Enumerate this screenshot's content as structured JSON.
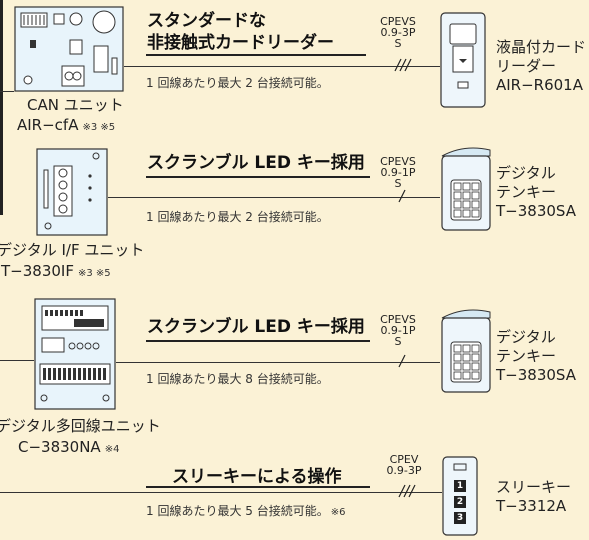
{
  "rows": [
    {
      "title_lines": [
        "スタンダードな",
        "非接触式カードリーダー"
      ],
      "description": "1 回線あたり最大 2 台接続可能。",
      "description_note": "",
      "cable": [
        "CPEVS",
        "0.9-3P",
        "S"
      ],
      "unit": {
        "name": "CAN ユニット",
        "model": "AIR−cfA",
        "notes": "※3 ※5"
      },
      "device": {
        "lines": [
          "液晶付カード",
          "リーダー",
          "AIR−R601A"
        ],
        "icon": "card-reader-icon"
      }
    },
    {
      "title_lines": [
        "スクランブル LED キー採用"
      ],
      "description": "1 回線あたり最大 2 台接続可能。",
      "description_note": "",
      "cable": [
        "CPEVS",
        "0.9-1P",
        "S"
      ],
      "unit": {
        "name": "デジタル I/F ユニット",
        "model": "T−3830IF",
        "notes": "※3 ※5"
      },
      "device": {
        "lines": [
          "デジタル",
          "テンキー",
          "T−3830SA"
        ],
        "icon": "keypad-icon"
      }
    },
    {
      "title_lines": [
        "スクランブル LED キー採用"
      ],
      "description": "1 回線あたり最大 8 台接続可能。",
      "description_note": "",
      "cable": [
        "CPEVS",
        "0.9-1P",
        "S"
      ],
      "unit": {
        "name": "デジタル多回線ユニット",
        "model": "C−3830NA",
        "notes": "※4"
      },
      "device": {
        "lines": [
          "デジタル",
          "テンキー",
          "T−3830SA"
        ],
        "icon": "keypad-icon"
      }
    },
    {
      "title_lines": [
        "スリーキーによる操作"
      ],
      "description": "1 回線あたり最大 5 台接続可能。",
      "description_note": "※6",
      "cable": [
        "CPEV",
        "0.9-3P",
        ""
      ],
      "unit": null,
      "device": {
        "lines": [
          "スリーキー",
          "T−3312A"
        ],
        "icon": "three-key-icon",
        "keys": [
          "1",
          "2",
          "3"
        ]
      }
    }
  ],
  "colors": {
    "background": "#fbf2d6",
    "unit_board": "#e8f4fb",
    "device_body": "#eef6fb",
    "line": "#333333"
  }
}
